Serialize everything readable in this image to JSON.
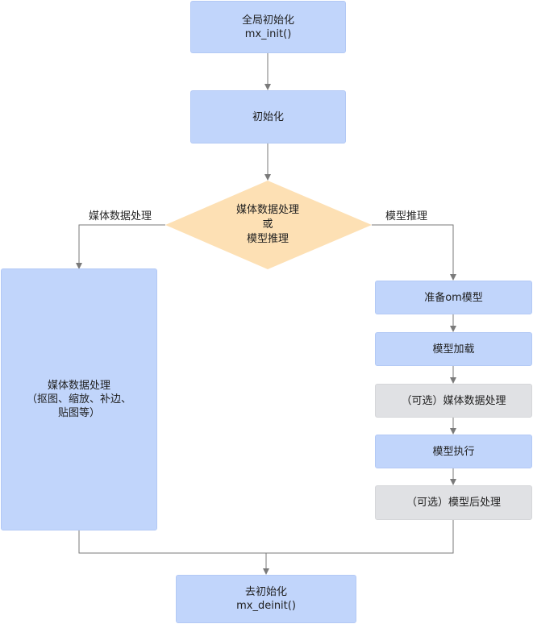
{
  "colors": {
    "node_blue": "#c1d5fb",
    "node_gray": "#e0e1e4",
    "decision": "#fde0b4",
    "edge": "#7a7a7a"
  },
  "nodes": {
    "global_init": {
      "line1": "全局初始化",
      "line2": "mx_init()"
    },
    "init": {
      "label": "初始化"
    },
    "decision": {
      "line1": "媒体数据处理",
      "line2": "或",
      "line3": "模型推理"
    },
    "media_proc": {
      "line1": "媒体数据处理",
      "line2": "（抠图、缩放、补边、",
      "line3": "贴图等）"
    },
    "prepare_model": {
      "label": "准备om模型"
    },
    "load_model": {
      "label": "模型加载"
    },
    "opt_media": {
      "label": "（可选）媒体数据处理"
    },
    "exec_model": {
      "label": "模型执行"
    },
    "opt_post": {
      "label": "（可选）模型后处理"
    },
    "deinit": {
      "line1": "去初始化",
      "line2": "mx_deinit()"
    }
  },
  "edge_labels": {
    "left": "媒体数据处理",
    "right": "模型推理"
  }
}
